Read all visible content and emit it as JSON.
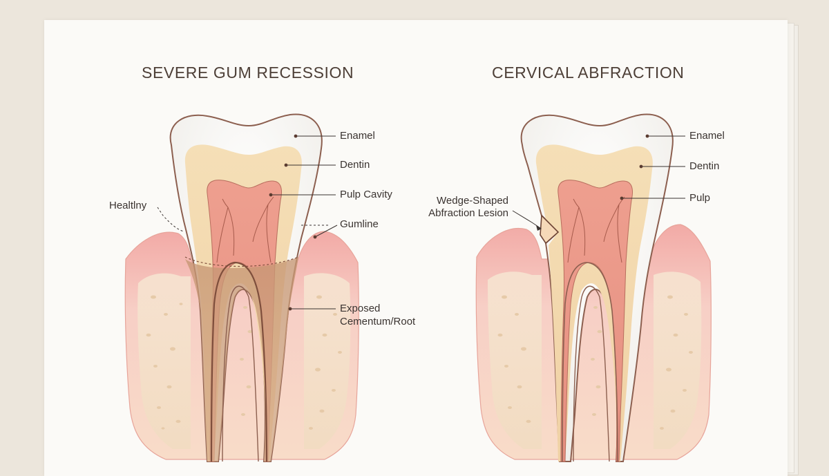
{
  "left_panel": {
    "title": "SEVERE GUM RECESSION",
    "labels": {
      "enamel": "Enamel",
      "dentin": "Dentin",
      "pulp_cavity": "Pulp Cavity",
      "healthy": "Healtlny",
      "gumline": "Gumline",
      "exposed_root_line1": "Exposed",
      "exposed_root_line2": "Cementum/Root"
    }
  },
  "right_panel": {
    "title": "CERVICAL ABFRACTION",
    "labels": {
      "enamel": "Enamel",
      "dentin": "Dentin",
      "pulp": "Pulp",
      "lesion_line1": "Wedge-Shaped",
      "lesion_line2": "Abfraction Lesion"
    }
  },
  "colors": {
    "gum": "#f3b3ad",
    "bone": "#f4e3cd",
    "enamel": "#f7f6f2",
    "dentin": "#f4dcb3",
    "pulp": "#eea192",
    "exposed_root": "#c99a78",
    "outline": "#8c5f4f"
  }
}
